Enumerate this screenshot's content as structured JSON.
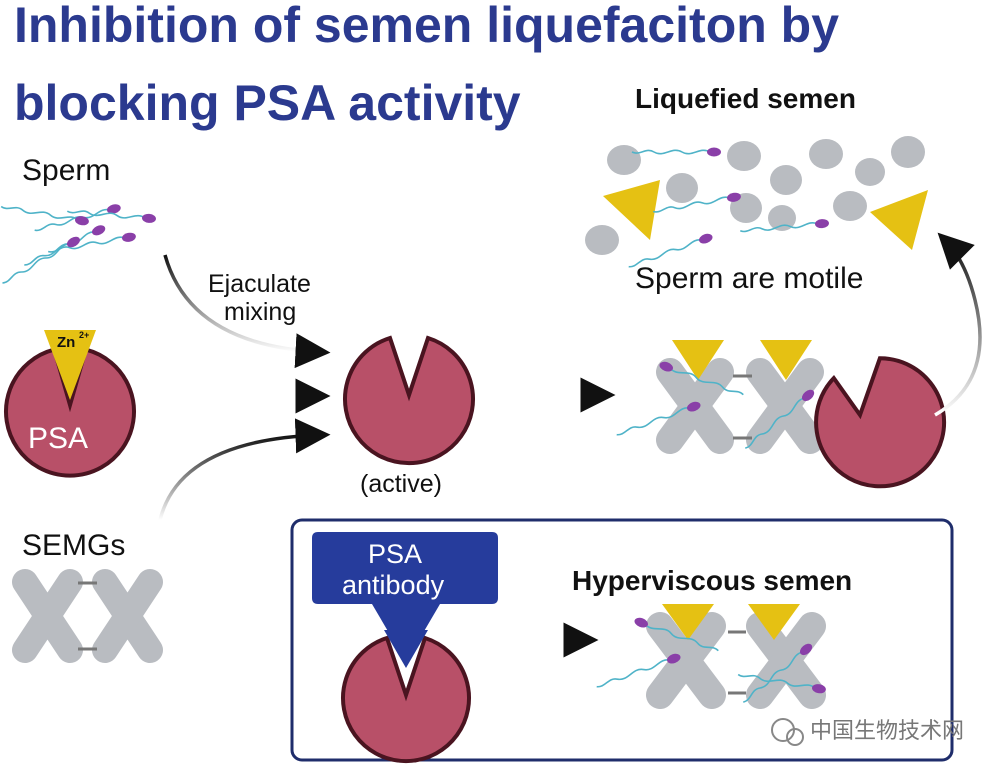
{
  "title": {
    "line1": "Inhibition of semen liquefaciton by",
    "line2": "blocking PSA activity"
  },
  "labels": {
    "sperm": "Sperm",
    "semgs": "SEMGs",
    "psa": "PSA",
    "zn": "Zn",
    "zn_charge": "2+",
    "ejaculate_mixing_line1": "Ejaculate",
    "ejaculate_mixing_line2": "mixing",
    "active": "(active)",
    "liquefied_semen": "Liquefied semen",
    "sperm_motile": "Sperm are motile",
    "psa_antibody_line1": "PSA",
    "psa_antibody_line2": "antibody",
    "hyperviscous_semen": "Hyperviscous semen",
    "watermark": "中国生物技术网"
  },
  "colors": {
    "title": "#2b3a8f",
    "psa_fill": "#b85068",
    "psa_stroke": "#4a1420",
    "zinc": "#e5c113",
    "semg": "#b9bcc1",
    "antibody": "#263c9c",
    "box_border": "#1f2d6b",
    "sperm_tail": "#4fb3c8",
    "sperm_head": "#8a3fa8"
  }
}
